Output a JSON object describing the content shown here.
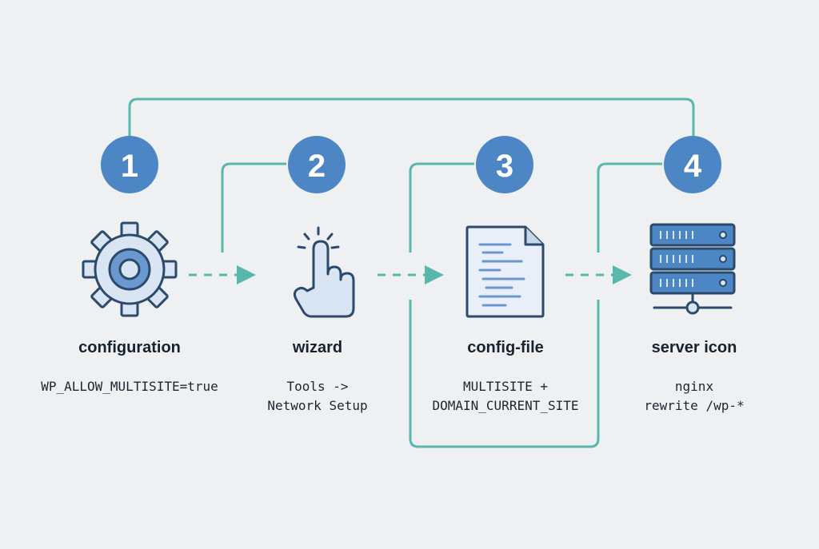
{
  "colors": {
    "background": "#eef0f2",
    "badge": "#4d86c4",
    "connector": "#5ab7ab",
    "icon_stroke": "#2c4a6b",
    "icon_fill_light": "#d9e5f3",
    "icon_fill_mid": "#6a98cf"
  },
  "steps": [
    {
      "number": "1",
      "icon": "gear-icon",
      "title": "configuration",
      "description": "WP_ALLOW_MULTISITE=true"
    },
    {
      "number": "2",
      "icon": "pointer-hand-icon",
      "title": "wizard",
      "description": "Tools ->\nNetwork Setup"
    },
    {
      "number": "3",
      "icon": "document-icon",
      "title": "config-file",
      "description": "MULTISITE +\nDOMAIN_CURRENT_SITE"
    },
    {
      "number": "4",
      "icon": "server-icon",
      "title": "server icon",
      "description": "nginx\nrewrite /wp-*"
    }
  ]
}
